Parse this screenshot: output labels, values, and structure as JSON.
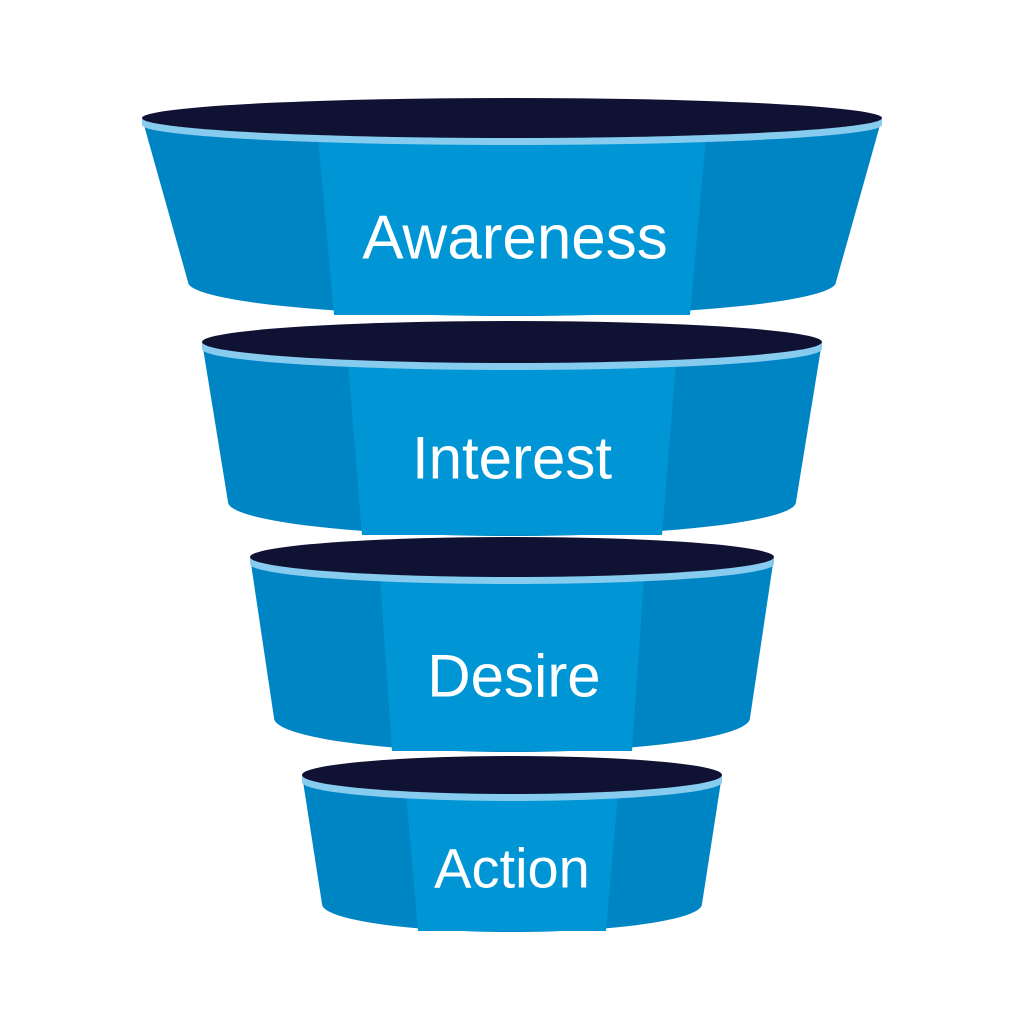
{
  "funnel": {
    "stages": [
      {
        "label": "Awareness"
      },
      {
        "label": "Interest"
      },
      {
        "label": "Desire"
      },
      {
        "label": "Action"
      }
    ]
  },
  "colors": {
    "background": "#ffffff",
    "band_outer": "#0085c4",
    "band_center": "#0096d6",
    "rim_stripe": "#87ccee",
    "interior": "#101234",
    "label_text": "#ffffff"
  }
}
